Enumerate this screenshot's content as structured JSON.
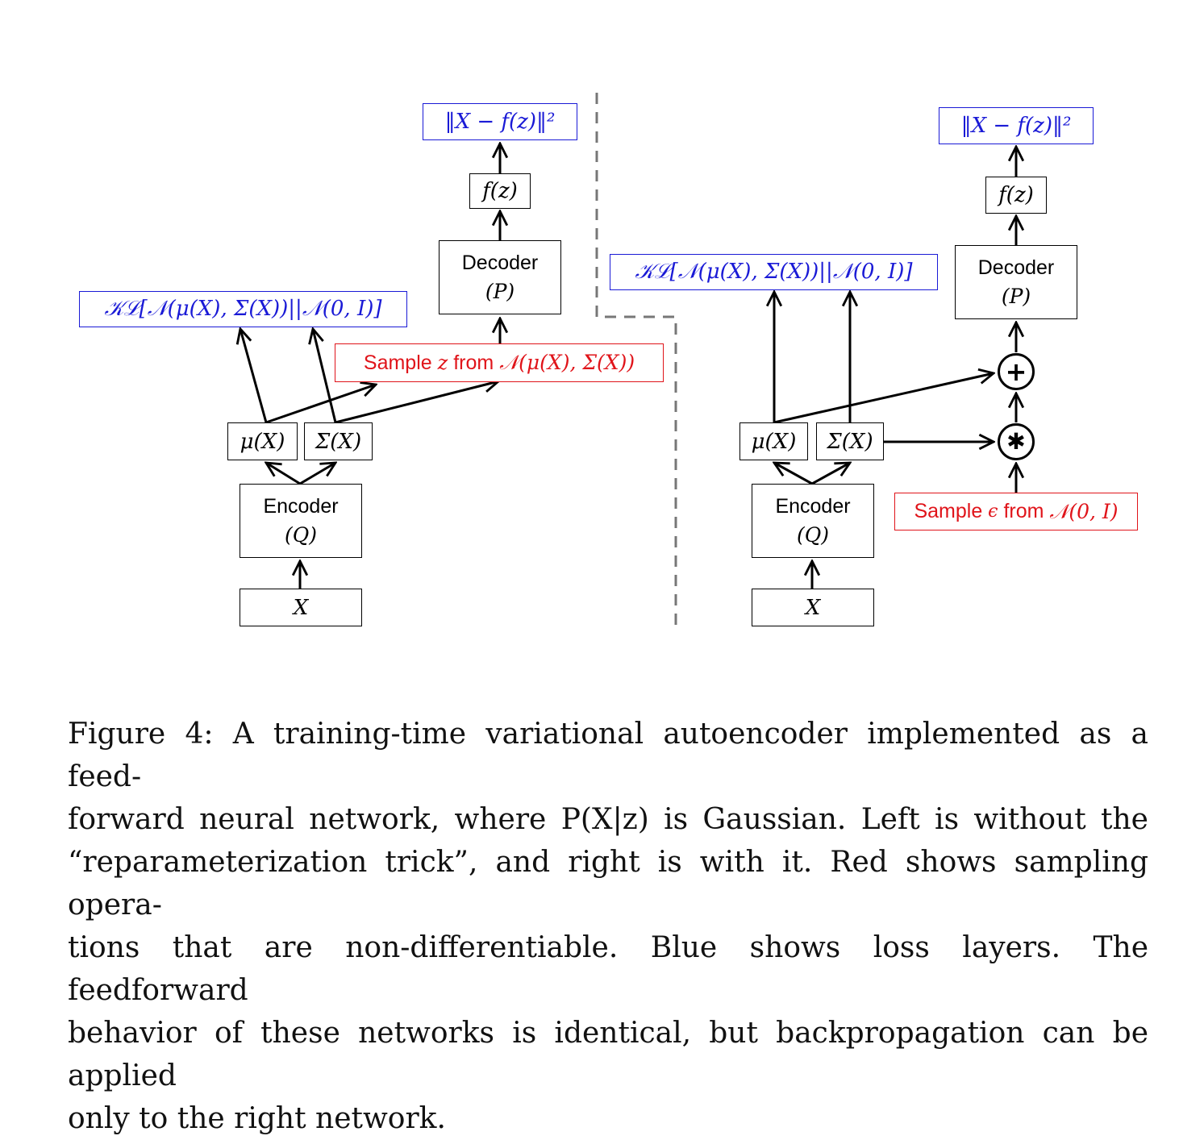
{
  "left": {
    "loss_recon": "‖X − f(z)‖²",
    "f_z": "f(z)",
    "decoder_label": "Decoder",
    "decoder_param": "(P)",
    "kl_loss": "𝒦ℒ[𝒩(μ(X), Σ(X))||𝒩(0, I)]",
    "sample_prefix": "Sample ",
    "sample_var": "z",
    "sample_mid": " from ",
    "sample_dist": "𝒩(μ(X), Σ(X))",
    "mu": "μ(X)",
    "sigma": "Σ(X)",
    "encoder_label": "Encoder",
    "encoder_param": "(Q)",
    "input": "X"
  },
  "right": {
    "loss_recon": "‖X − f(z)‖²",
    "f_z": "f(z)",
    "decoder_label": "Decoder",
    "decoder_param": "(P)",
    "kl_loss": "𝒦ℒ[𝒩(μ(X), Σ(X))||𝒩(0, I)]",
    "plus_op": "+",
    "times_op": "✱",
    "sample_prefix": "Sample ",
    "sample_var": "ϵ",
    "sample_mid": " from ",
    "sample_dist": "𝒩(0, I)",
    "mu": "μ(X)",
    "sigma": "Σ(X)",
    "encoder_label": "Encoder",
    "encoder_param": "(Q)",
    "input": "X"
  },
  "caption": {
    "lines": [
      "Figure 4: A training-time variational autoencoder implemented as a feed-",
      "forward neural network, where P(X|z) is Gaussian.  Left is without the",
      "“reparameterization trick”, and right is with it. Red shows sampling opera-",
      "tions that are non-differentiable. Blue shows loss layers. The feedforward",
      "behavior of these networks is identical, but backpropagation can be applied",
      "only to the right network."
    ]
  },
  "colors": {
    "loss": "#1a1ad6",
    "sampling": "#e0141a",
    "divider": "#777777"
  }
}
